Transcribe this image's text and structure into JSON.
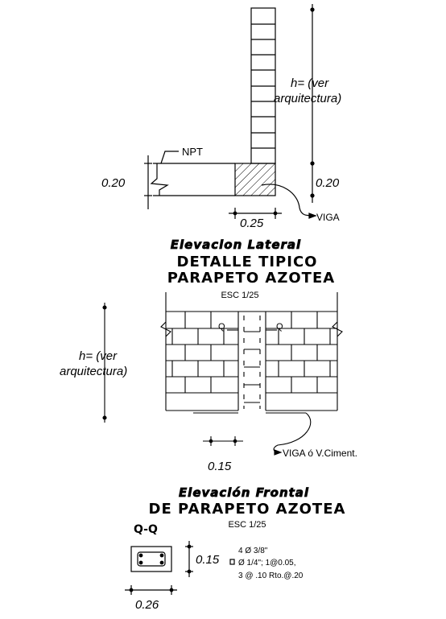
{
  "lateral": {
    "height_label_1": "h= (ver",
    "height_label_2": "arquitectura)",
    "npt_label": "NPT",
    "slab_left": "0.20",
    "slab_right": "0.20",
    "beam_width": "0.25",
    "viga_label": "VIGA",
    "title_1": "Elevacion Lateral",
    "title_2": "DETALLE TIPICO",
    "title_3": "PARAPETO AZOTEA",
    "scale": "ESC 1/25"
  },
  "frontal": {
    "height_label_1": "h= (ver",
    "height_label_2": "arquitectura)",
    "q_left": "Q",
    "q_right": "Q",
    "column_width": "0.15",
    "viga_label": "VIGA ó V.Ciment.",
    "title_1": "Elevación  Frontal",
    "title_2": "DE PARAPETO AZOTEA",
    "scale": "ESC 1/25"
  },
  "section": {
    "title": "Q-Q",
    "depth": "0.15",
    "width": "0.26",
    "rebar_1": "4 Ø 3/8\"",
    "rebar_2": "Ø 1/4\"; 1@0.05,",
    "rebar_3": "3 @ .10 Rto.@.20"
  }
}
